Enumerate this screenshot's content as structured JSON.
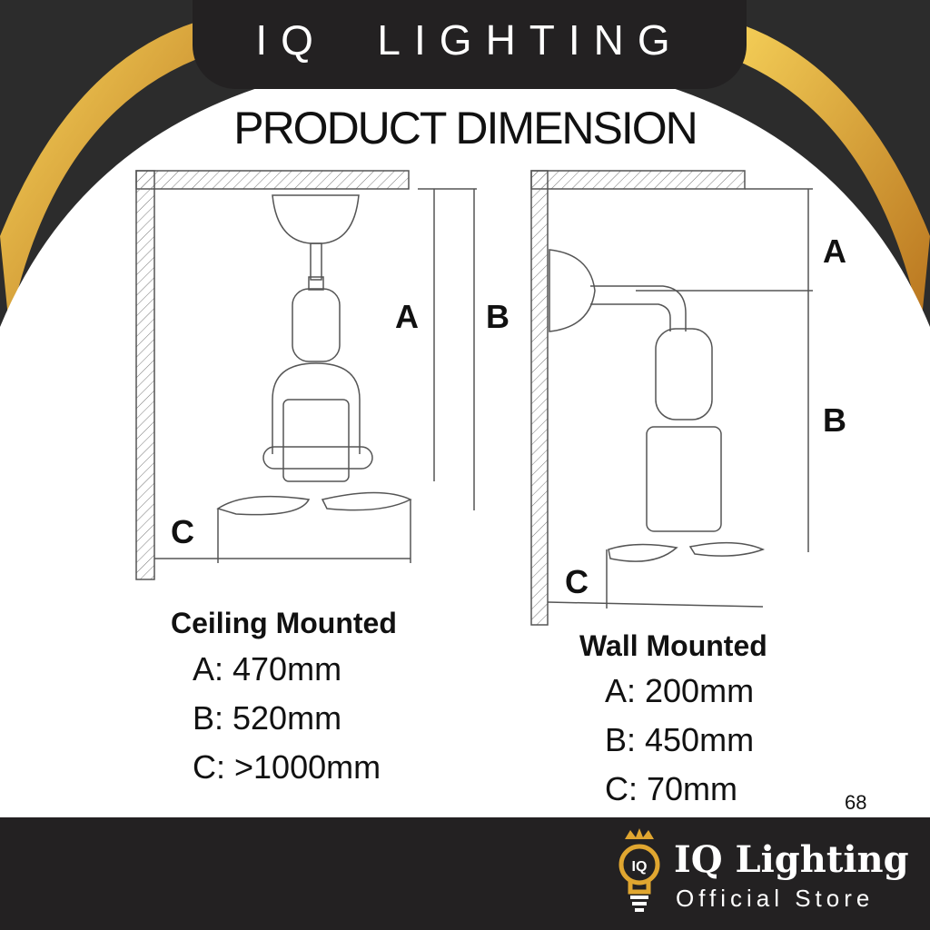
{
  "brand_banner": "IQ  LIGHTING",
  "title": "PRODUCT DIMENSION",
  "ceiling": {
    "labels": {
      "a": "A",
      "b": "B",
      "c": "C"
    },
    "heading": "Ceiling Mounted",
    "specs": [
      "A: 470mm",
      "B: 520mm",
      "C: >1000mm"
    ]
  },
  "wall": {
    "labels": {
      "a": "A",
      "b": "B",
      "c": "C"
    },
    "heading": "Wall Mounted",
    "specs": [
      "A: 200mm",
      "B: 450mm",
      "C: 70mm"
    ]
  },
  "footer": {
    "logo_name": "IQ Lighting",
    "logo_sub": "Official Store",
    "logo_badge": "IQ",
    "overlay_number": "68"
  },
  "colors": {
    "dark": "#2c2c2c",
    "gold": "#e0a630",
    "white": "#ffffff"
  }
}
